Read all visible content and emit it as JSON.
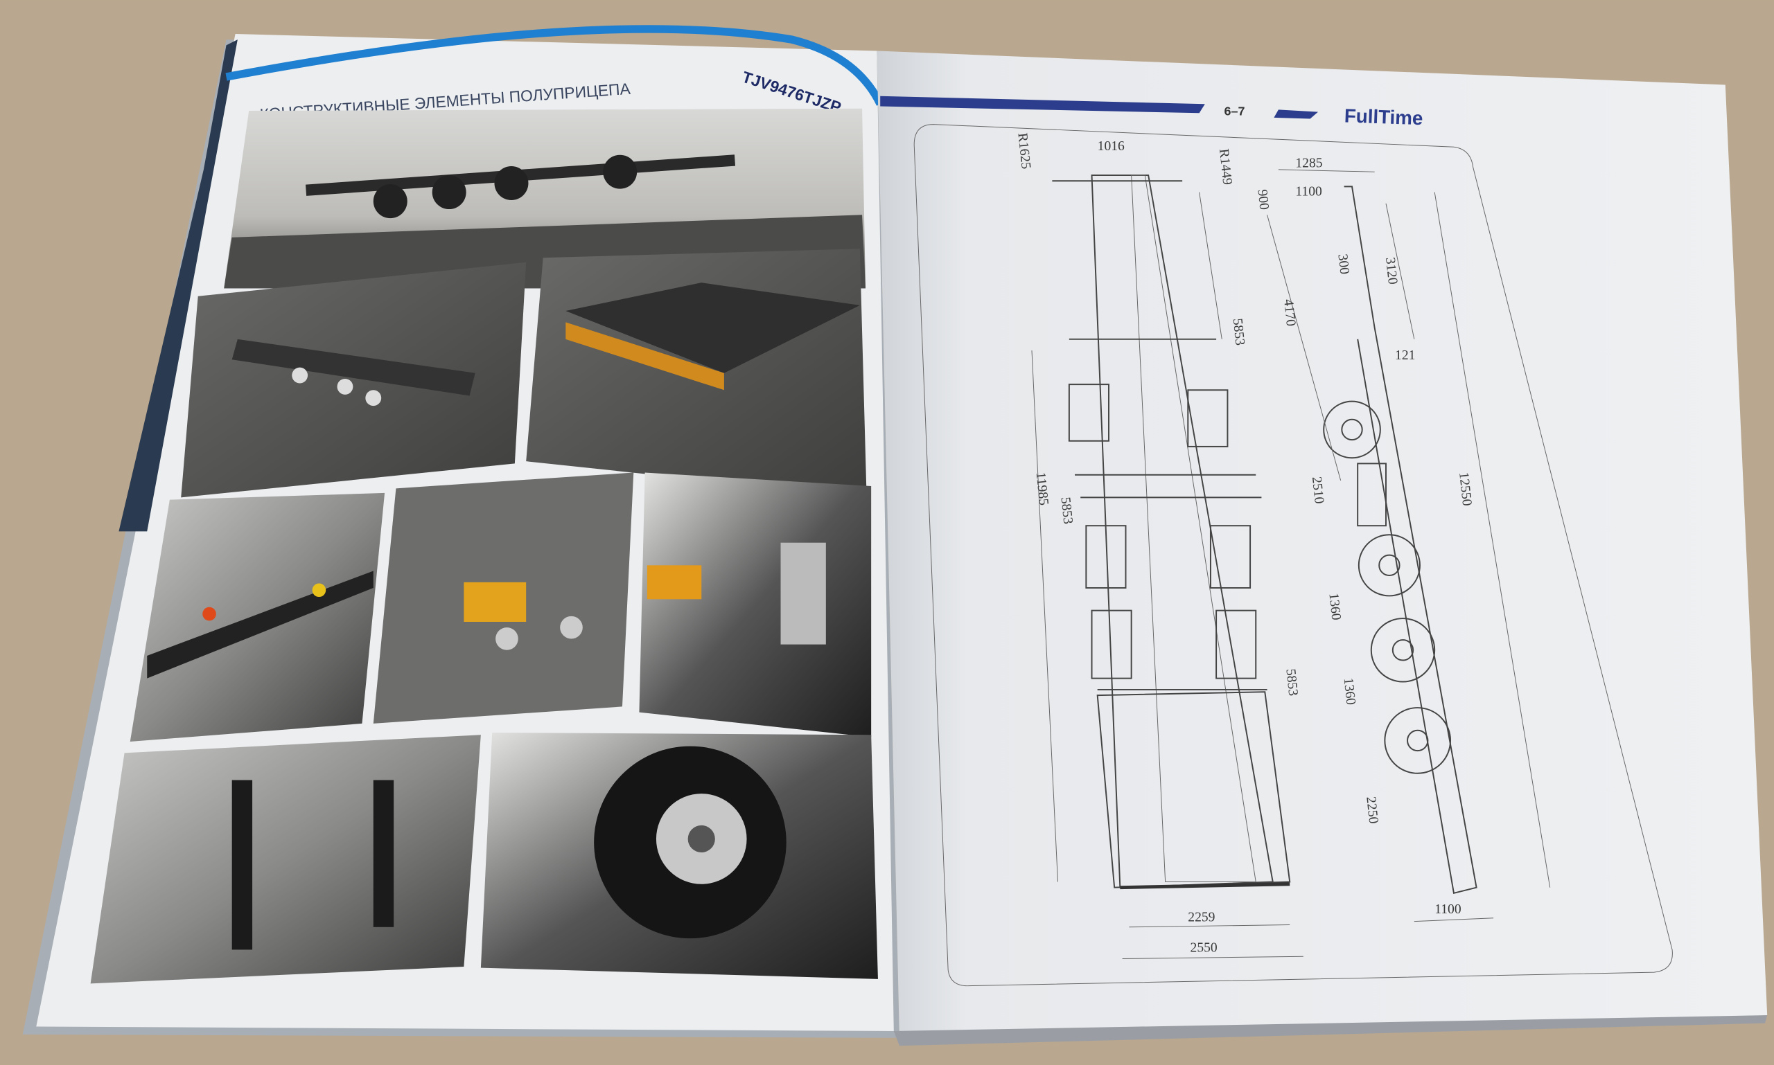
{
  "left_page": {
    "header_title": "КОНСТРУКТИВНЫЕ ЭЛЕМЕНТЫ ПОЛУПРИЦЕПА",
    "header_model": "TJV9476TJZP",
    "accent_color": "#1f7fd0"
  },
  "right_page": {
    "page_numbers": "6–7",
    "brand": "FullTime",
    "brand_color": "#2b3d8c",
    "drawing_dimensions": {
      "r_front_left": "R1625",
      "kingpin_width": "1016",
      "r_front_right": "R1449",
      "side_1285": "1285",
      "side_1100_top": "1100",
      "side_900": "900",
      "side_300": "300",
      "side_3120": "3120",
      "side_4170": "4170",
      "side_121": "121",
      "top_5853_upper": "5853",
      "top_11985": "11985",
      "top_5853_mid": "5853",
      "top_5853_lower": "5853",
      "side_2510": "2510",
      "side_12550": "12550",
      "side_1360_a": "1360",
      "side_1360_b": "1360",
      "side_2250": "2250",
      "width_2259": "2259",
      "width_2550": "2550",
      "side_1100_bottom": "1100"
    }
  }
}
